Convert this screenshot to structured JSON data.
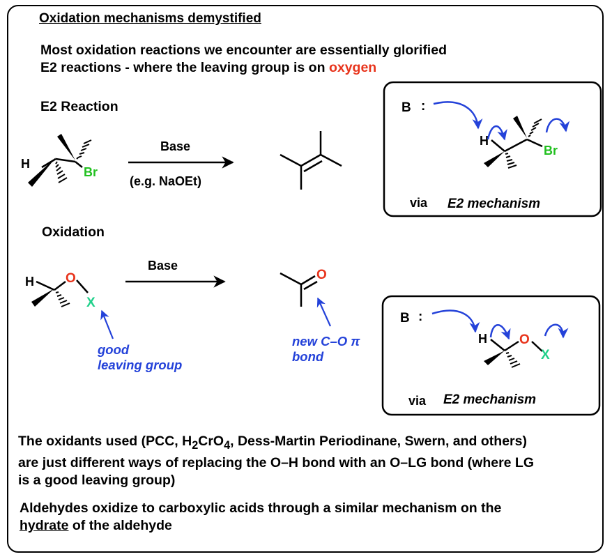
{
  "title": "Oxidation mechanisms demystified",
  "intro": {
    "line1": "Most oxidation reactions we encounter are essentially glorified",
    "line2_prefix": "E2 reactions - where the leaving group is on ",
    "line2_highlight": "oxygen"
  },
  "e2_section": {
    "heading": "E2 Reaction",
    "arrow_top": "Base",
    "arrow_bottom": "(e.g. NaOEt)",
    "atom_h": "H",
    "atom_br": "Br"
  },
  "e2_box": {
    "base": "B",
    "colon": ":",
    "atom_h": "H",
    "atom_br": "Br",
    "via": "via",
    "mechanism": "E2 mechanism"
  },
  "oxidation_section": {
    "heading": "Oxidation",
    "arrow_top": "Base",
    "atom_h": "H",
    "atom_o": "O",
    "atom_x": "X",
    "product_o": "O",
    "leaving_line1": "good",
    "leaving_line2": "leaving group",
    "pi_line1": "new C–O π",
    "pi_line2": "bond"
  },
  "ox_box": {
    "base": "B",
    "colon": ":",
    "atom_h": "H",
    "atom_o": "O",
    "atom_x": "X",
    "via": "via",
    "mechanism": "E2 mechanism"
  },
  "paragraph1": {
    "line1_a": "The oxidants used (PCC, H",
    "sub2": "2",
    "line1_b": "CrO",
    "sub4": "4",
    "line1_c": ", Dess-Martin Periodinane, Swern, and others)",
    "line2": "are just different ways of replacing the O–H bond with an O–LG bond (where LG",
    "line3": "is a good leaving group)"
  },
  "paragraph2": {
    "line1": "Aldehydes oxidize to carboxylic acids through a similar mechanism on the",
    "underlined": "hydrate",
    "line2_rest": " of the aldehyde"
  },
  "colors": {
    "oxygen_red": "#e8341c",
    "bromine_green": "#22c020",
    "x_green": "#1fd08a",
    "arrow_blue": "#2442d9"
  }
}
